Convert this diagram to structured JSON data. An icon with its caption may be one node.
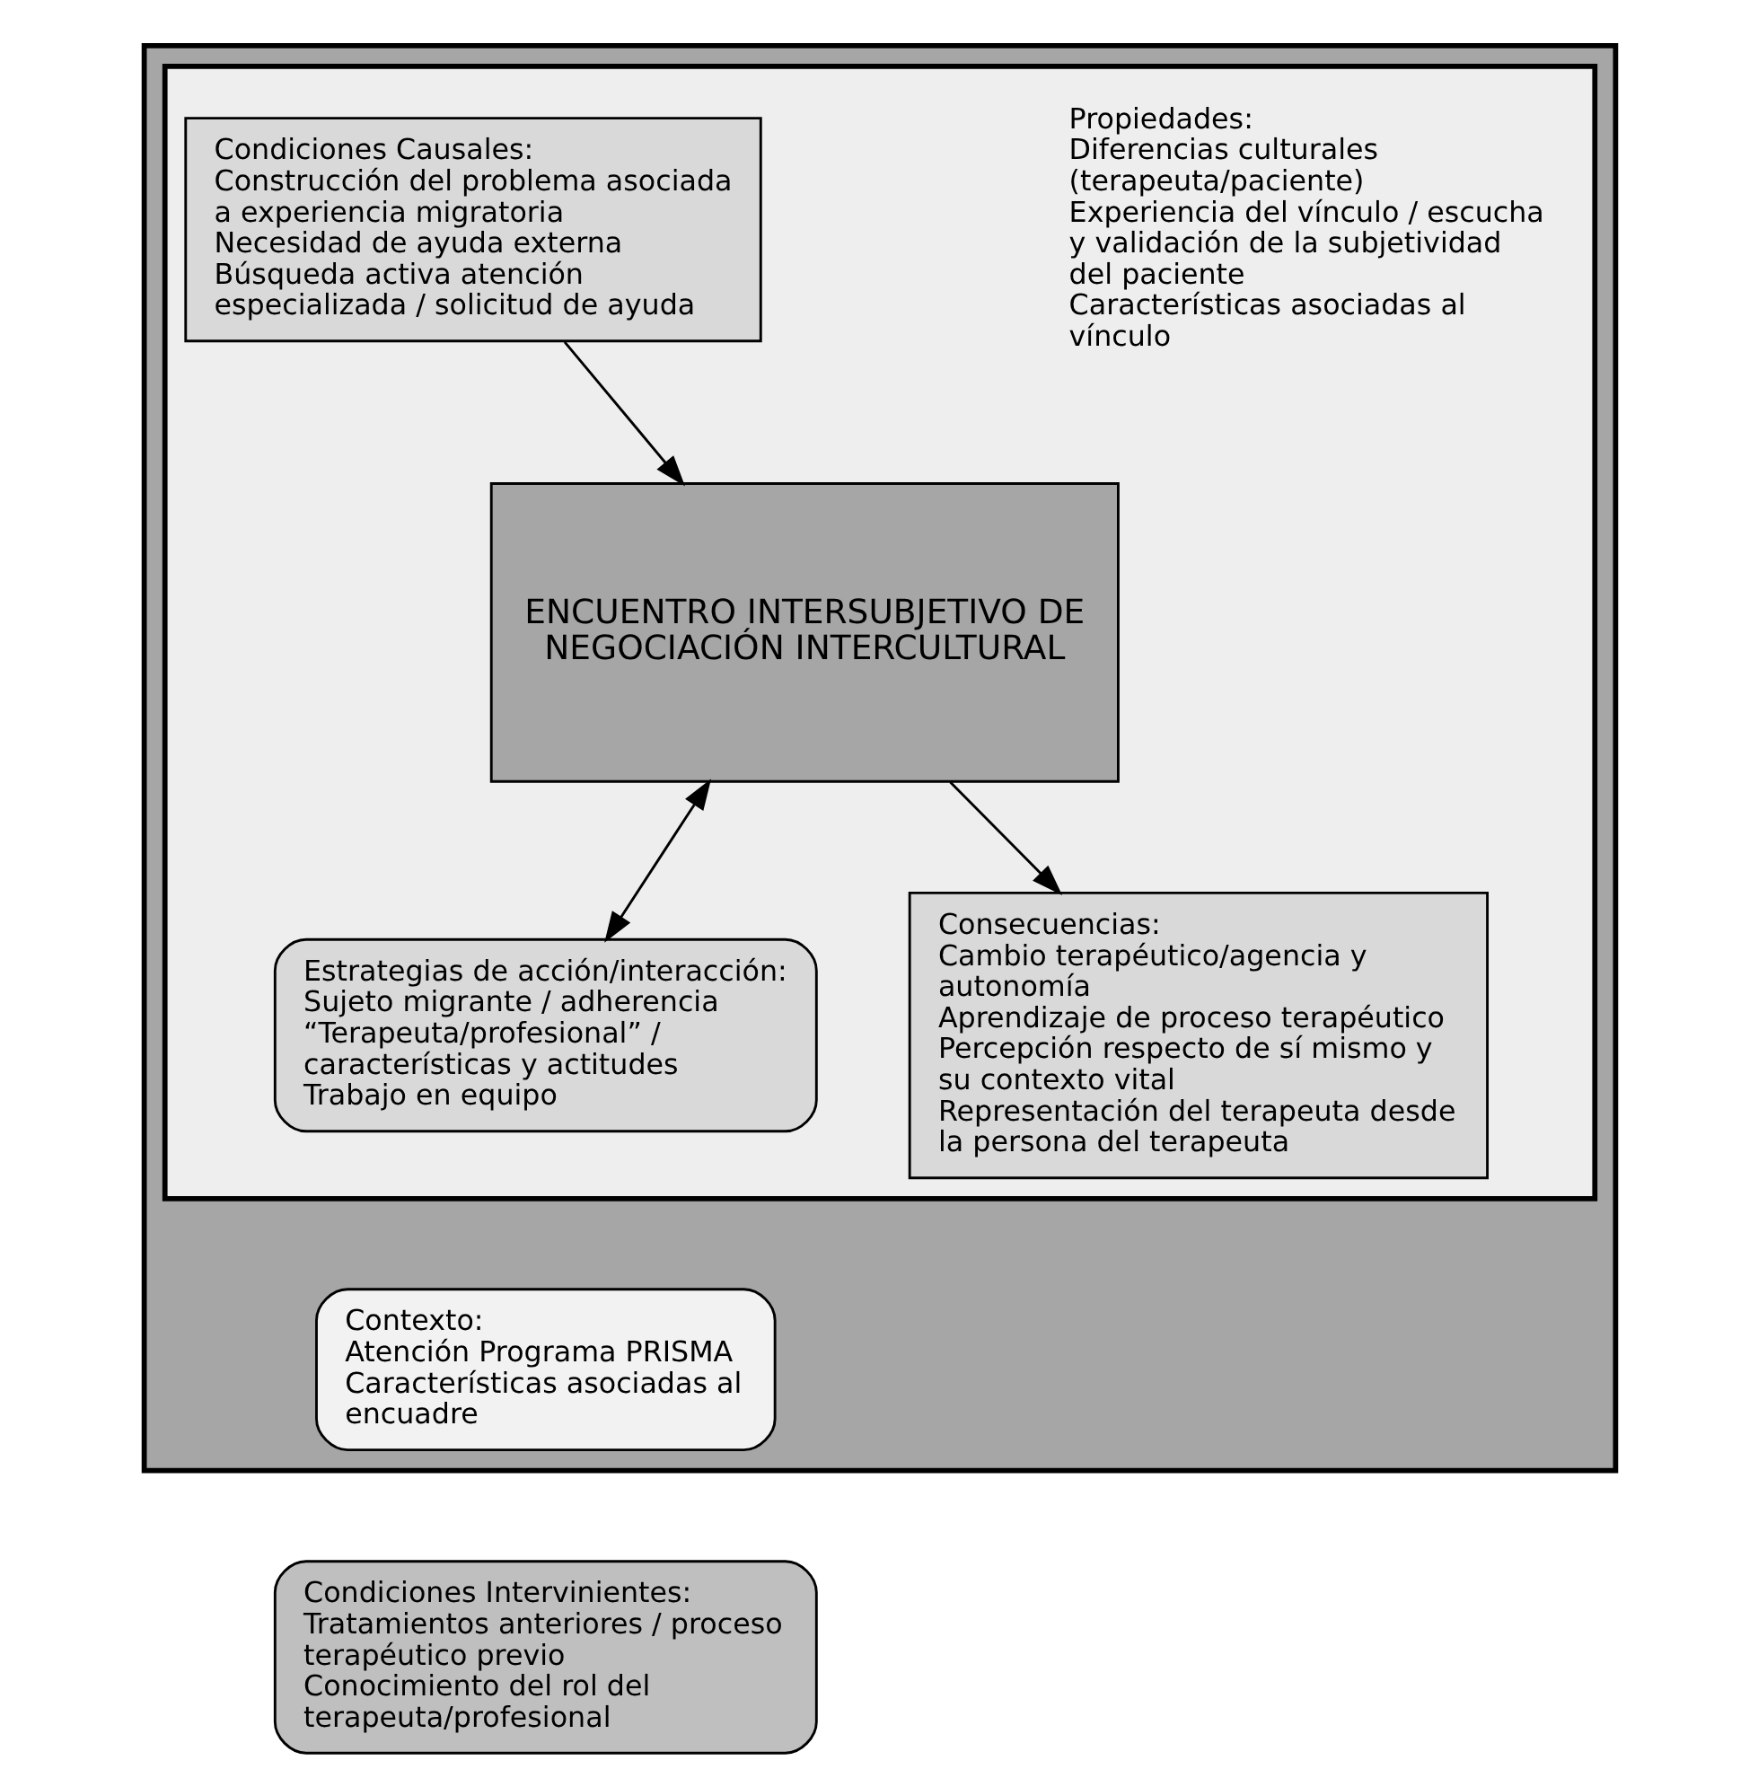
{
  "diagram": {
    "nodes": [
      {
        "text": [],
        "shape": "box"
      },
      {
        "text": [],
        "shape": "box",
        "in": 0
      },
      {
        "text": [
          "Condiciones Causales:",
          "Construcción del problema asociada a experiencia migratoria",
          "Necesidad de ayuda externa",
          "Búsqueda activa atención especializada / solicitud de ayuda"
        ],
        "in": 1
      },
      {
        "text": [
          "Propiedades:",
          "Diferencias culturales (terapeuta/paciente)",
          "Experiencia del vínculo / escucha y validación de la subjetividad del paciente",
          "Características asociadas al vínculo"
        ],
        "in": 1
      },
      {
        "text": [
          "ENCUENTRO INTERSUBJETIVO DE NEGOCIACIÓN INTERCULTURAL"
        ],
        "in": 1
      },
      {
        "text": [
          "Estrategias de acción/interacción:",
          "Sujeto migrante / adherencia",
          "“Terapeuta/profesional” / características y actitudes",
          "Trabajo en equipo"
        ],
        "in": 1
      },
      {
        "text": [
          "Consecuencias:",
          "Cambio terapéutico/agencia y autonomía",
          "Aprendizaje de proceso terapéutico",
          "Percepción respecto de sí mismo y su contexto vital",
          "Representación del terapeuta desde la persona del terapeuta"
        ],
        "in": 1
      },
      {
        "text": [
          "Contexto:",
          "Atención Programa PRISMA",
          "Características asociadas al encuadre"
        ],
        "in": 0
      },
      {
        "text": [
          "Condiciones Intervinientes:",
          "Tratamientos anteriores / proceso terapéutico previo",
          "Conocimiento del rol del terapeuta/profesional"
        ]
      }
    ],
    "edges": [
      {
        "from": 2,
        "to": 4,
        "arrow": "to"
      },
      {
        "from": 4,
        "to": 5,
        "arrow": "both"
      },
      {
        "from": 4,
        "to": 6,
        "arrow": "to"
      }
    ]
  }
}
